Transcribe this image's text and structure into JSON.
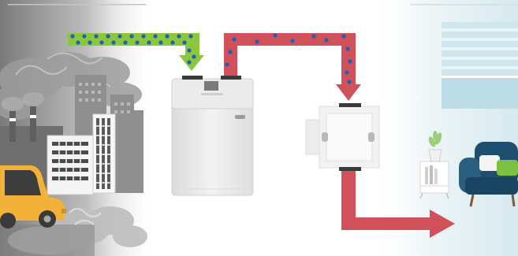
{
  "scene": {
    "left_panel": {
      "subject": "polluted-city-with-factories-and-car"
    },
    "center_unit": {
      "subject": "air-purification-unit"
    },
    "distribution_box": {
      "subject": "air-distribution-box"
    },
    "right_panel": {
      "subject": "clean-living-room-with-sofa-and-plant"
    }
  },
  "flows": [
    {
      "id": "intake-arrow",
      "color": "#8cc63e",
      "dot_color": "#1f5fb5"
    },
    {
      "id": "supply-arrow",
      "color": "#d1515b",
      "dot_color": "#1f5fb5"
    },
    {
      "id": "outlet-arrow",
      "color": "#d1515b"
    }
  ],
  "colors": {
    "smog": "#8c8c8c",
    "car": "#f2b138",
    "sofa": "#1f4f6e",
    "pillow_green": "#7cc142",
    "unit_body": "#e9e9e9",
    "window_glass": "#cfe6ec"
  }
}
